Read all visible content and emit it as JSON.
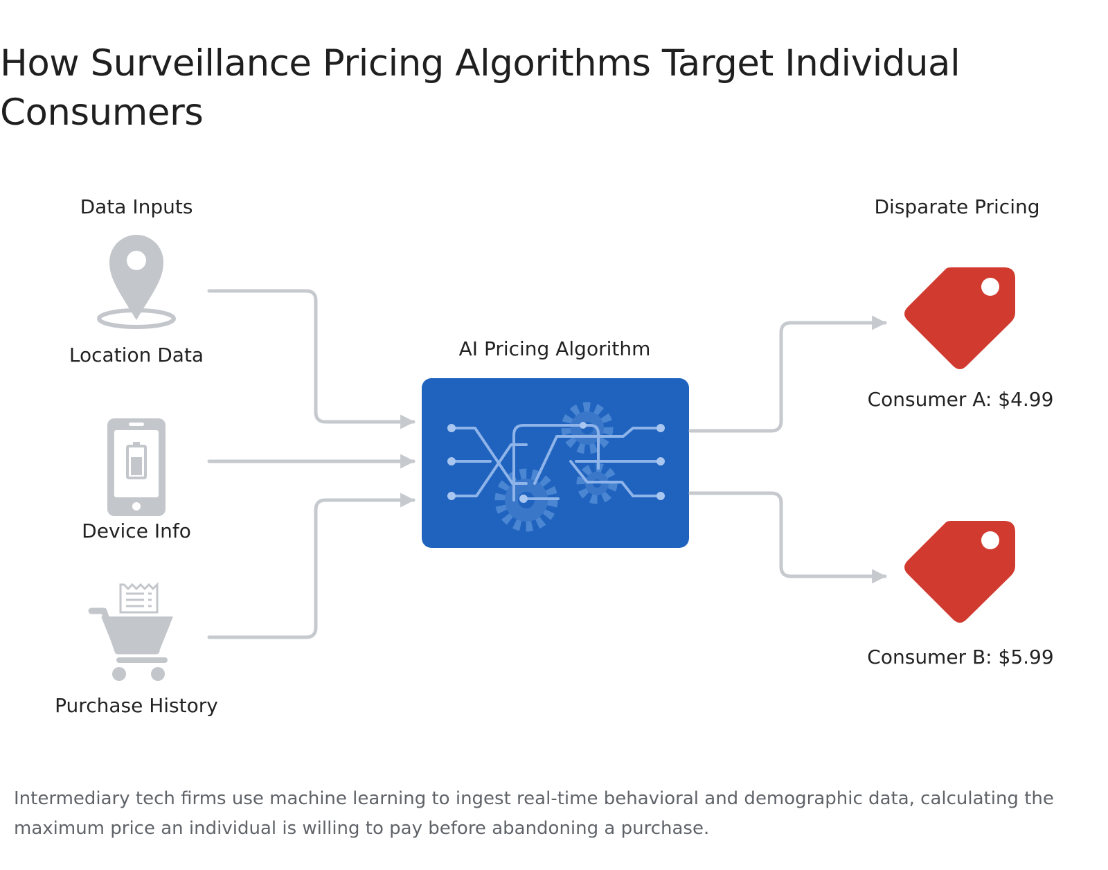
{
  "title": "How Surveillance Pricing Algorithms Target Individual Consumers",
  "diagram": {
    "inputs_heading": "Data Inputs",
    "inputs": [
      {
        "label": "Location Data",
        "icon": "location-pin-icon"
      },
      {
        "label": "Device Info",
        "icon": "smartphone-icon"
      },
      {
        "label": "Purchase History",
        "icon": "shopping-cart-icon"
      }
    ],
    "processor": {
      "label": "AI Pricing Algorithm",
      "icon": "circuit-gears-icon",
      "color": "#1f63be"
    },
    "outputs_heading": "Disparate Pricing",
    "outputs": [
      {
        "label": "Consumer A: $4.99",
        "icon": "price-tag-icon"
      },
      {
        "label": "Consumer B: $5.99",
        "icon": "price-tag-icon"
      }
    ],
    "colors": {
      "connector": "#c6c9ce",
      "icon_gray": "#c3c6cb",
      "tag_red": "#d13b2f"
    }
  },
  "caption": "Intermediary tech firms use machine learning to ingest real-time behavioral and demographic data, calculating the maximum price an individual is willing to pay before abandoning a purchase."
}
